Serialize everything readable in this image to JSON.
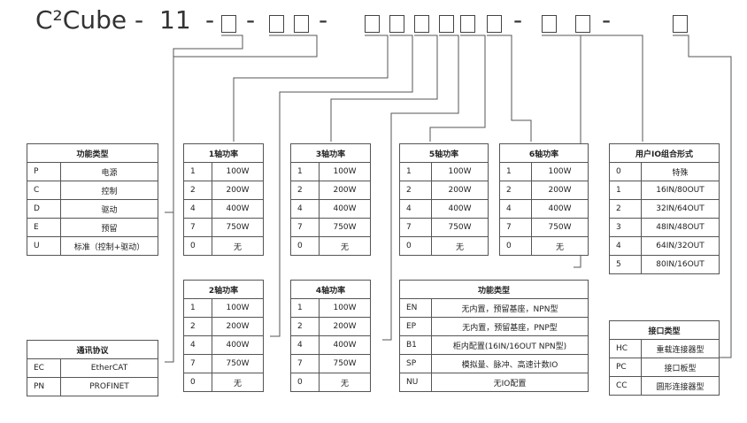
{
  "header": {
    "prefix": "C²Cube",
    "dash": "-",
    "model": "11"
  },
  "tables": {
    "func": {
      "title": "功能类型",
      "rows": [
        {
          "code": "P",
          "desc": "电源"
        },
        {
          "code": "C",
          "desc": "控制"
        },
        {
          "code": "D",
          "desc": "驱动"
        },
        {
          "code": "E",
          "desc": "预留"
        },
        {
          "code": "U",
          "desc": "标准（控制+驱动）"
        }
      ]
    },
    "comm": {
      "title": "通讯协议",
      "rows": [
        {
          "code": "EC",
          "desc": "EtherCAT"
        },
        {
          "code": "PN",
          "desc": "PROFINET"
        }
      ]
    },
    "axis1": {
      "title": "1轴功率",
      "rows": [
        {
          "code": "1",
          "desc": "100W"
        },
        {
          "code": "2",
          "desc": "200W"
        },
        {
          "code": "4",
          "desc": "400W"
        },
        {
          "code": "7",
          "desc": "750W"
        },
        {
          "code": "0",
          "desc": "无"
        }
      ]
    },
    "axis2": {
      "title": "2轴功率",
      "rows": [
        {
          "code": "1",
          "desc": "100W"
        },
        {
          "code": "2",
          "desc": "200W"
        },
        {
          "code": "4",
          "desc": "400W"
        },
        {
          "code": "7",
          "desc": "750W"
        },
        {
          "code": "0",
          "desc": "无"
        }
      ]
    },
    "axis3": {
      "title": "3轴功率",
      "rows": [
        {
          "code": "1",
          "desc": "100W"
        },
        {
          "code": "2",
          "desc": "200W"
        },
        {
          "code": "4",
          "desc": "400W"
        },
        {
          "code": "7",
          "desc": "750W"
        },
        {
          "code": "0",
          "desc": "无"
        }
      ]
    },
    "axis4": {
      "title": "4轴功率",
      "rows": [
        {
          "code": "1",
          "desc": "100W"
        },
        {
          "code": "2",
          "desc": "200W"
        },
        {
          "code": "4",
          "desc": "400W"
        },
        {
          "code": "7",
          "desc": "750W"
        },
        {
          "code": "0",
          "desc": "无"
        }
      ]
    },
    "axis5": {
      "title": "5轴功率",
      "rows": [
        {
          "code": "1",
          "desc": "100W"
        },
        {
          "code": "2",
          "desc": "200W"
        },
        {
          "code": "4",
          "desc": "400W"
        },
        {
          "code": "7",
          "desc": "750W"
        },
        {
          "code": "0",
          "desc": "无"
        }
      ]
    },
    "axis6": {
      "title": "6轴功率",
      "rows": [
        {
          "code": "1",
          "desc": "100W"
        },
        {
          "code": "2",
          "desc": "200W"
        },
        {
          "code": "4",
          "desc": "400W"
        },
        {
          "code": "7",
          "desc": "750W"
        },
        {
          "code": "0",
          "desc": "无"
        }
      ]
    },
    "func2": {
      "title": "功能类型",
      "rows": [
        {
          "code": "EN",
          "desc": "无内置，预留基座，NPN型"
        },
        {
          "code": "EP",
          "desc": "无内置，预留基座，PNP型"
        },
        {
          "code": "B1",
          "desc": "柜内配置(16IN/16OUT NPN型)"
        },
        {
          "code": "SP",
          "desc": "模拟量、脉冲、高速计数IO"
        },
        {
          "code": "NU",
          "desc": "无IO配置"
        }
      ]
    },
    "userio": {
      "title": "用户IO组合形式",
      "rows": [
        {
          "code": "0",
          "desc": "特殊"
        },
        {
          "code": "1",
          "desc": "16IN/80OUT"
        },
        {
          "code": "2",
          "desc": "32IN/64OUT"
        },
        {
          "code": "3",
          "desc": "48IN/48OUT"
        },
        {
          "code": "4",
          "desc": "64IN/32OUT"
        },
        {
          "code": "5",
          "desc": "80IN/16OUT"
        }
      ]
    },
    "port": {
      "title": "接口类型",
      "rows": [
        {
          "code": "HC",
          "desc": "重载连接器型"
        },
        {
          "code": "PC",
          "desc": "接口板型"
        },
        {
          "code": "CC",
          "desc": "圆形连接器型"
        }
      ]
    }
  }
}
